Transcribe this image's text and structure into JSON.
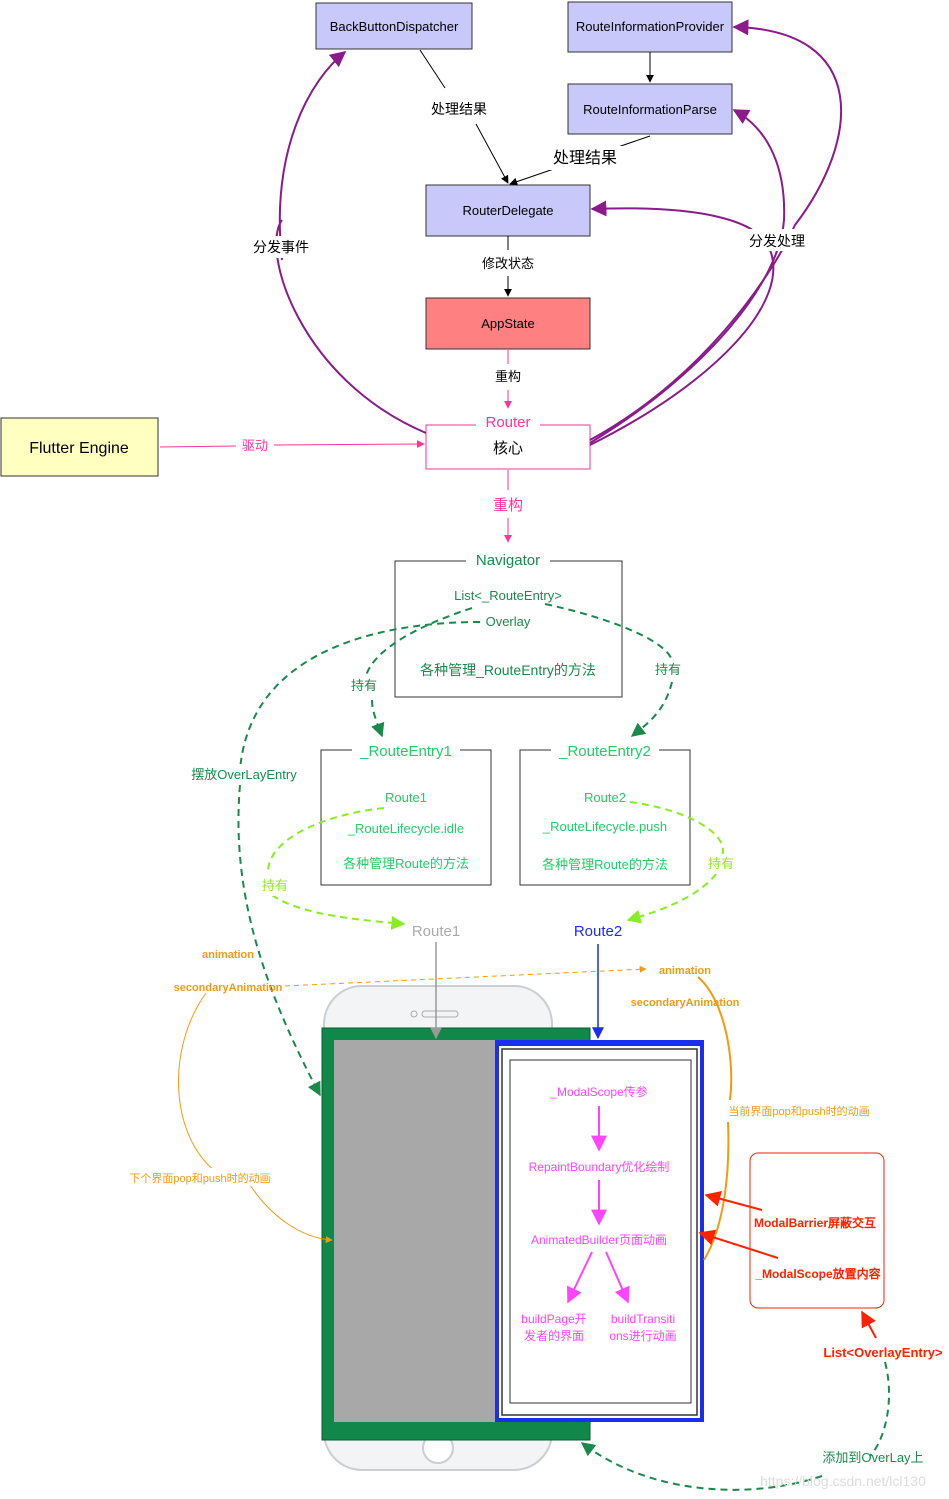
{
  "nodes": {
    "back_button_dispatcher": "BackButtonDispatcher",
    "route_information_provider": "RouteInformationProvider",
    "route_information_parse": "RouteInformationParse",
    "router_delegate": "RouterDelegate",
    "app_state": "AppState",
    "flutter_engine": "Flutter Engine",
    "router_title": "Router",
    "router_body": "核心",
    "navigator_title": "Navigator",
    "navigator_list": "List<_RouteEntry>",
    "navigator_overlay": "Overlay",
    "navigator_methods": "各种管理_RouteEntry的方法",
    "route_entry1_title": "_RouteEntry1",
    "route_entry1_route": "Route1",
    "route_entry1_lifecycle": "_RouteLifecycle.idle",
    "route_entry1_methods": "各种管理Route的方法",
    "route_entry2_title": "_RouteEntry2",
    "route_entry2_route": "Route2",
    "route_entry2_lifecycle": "_RouteLifecycle.push",
    "route_entry2_methods": "各种管理Route的方法",
    "route1": "Route1",
    "route2": "Route2",
    "modal_scope_param": "_ModalScope传参",
    "repaint_boundary": "RepaintBoundary优化绘制",
    "animated_builder": "AnimatedBuilder页面动画",
    "build_page_line1": "buildPage开",
    "build_page_line2": "发者的界面",
    "build_transitions_line1": "buildTransiti",
    "build_transitions_line2": "ons进行动画",
    "modal_barrier": "ModalBarrier屏蔽交互",
    "modal_scope_content": "_ModalScope放置内容",
    "overlay_entry_list": "List<OverlayEntry>"
  },
  "edges": {
    "handle_result_1": "处理结果",
    "handle_result_2": "处理结果",
    "dispatch_event": "分发事件",
    "dispatch_handle": "分发处理",
    "modify_state": "修改状态",
    "rebuild_1": "重构",
    "drive": "驱动",
    "rebuild_2": "重构",
    "hold_1": "持有",
    "hold_2": "持有",
    "place_overlay_entry": "摆放OverLayEntry",
    "hold_3": "持有",
    "hold_4": "持有",
    "animation_left": "animation",
    "secondary_animation_left": "secondaryAnimation",
    "animation_right": "animation",
    "secondary_animation_right": "secondaryAnimation",
    "current_page_anim": "当前界面pop和push时的动画",
    "next_page_anim": "下个界面pop和push时的动画",
    "add_to_overlay": "添加到OverLay上"
  },
  "watermark": "https://blog.csdn.net/lcl130",
  "colors": {
    "purple_node_fill": "#c8c8fa",
    "app_state_fill": "#ff8080",
    "engine_fill": "#ffffc0",
    "purple_edge": "#8b1a8b",
    "router_pink": "#ff3399",
    "navigator_green": "#1a8a4a",
    "entry_text_green": "#22cc66",
    "lime": "#88ee22",
    "route1_gray": "#aaaaaa",
    "route2_blue": "#1a2ef0",
    "orange": "#f59a10",
    "magenta": "#ff44ff",
    "red": "#ff2200",
    "phone_green": "#11884a",
    "phone_gray": "#a8a8a8"
  }
}
